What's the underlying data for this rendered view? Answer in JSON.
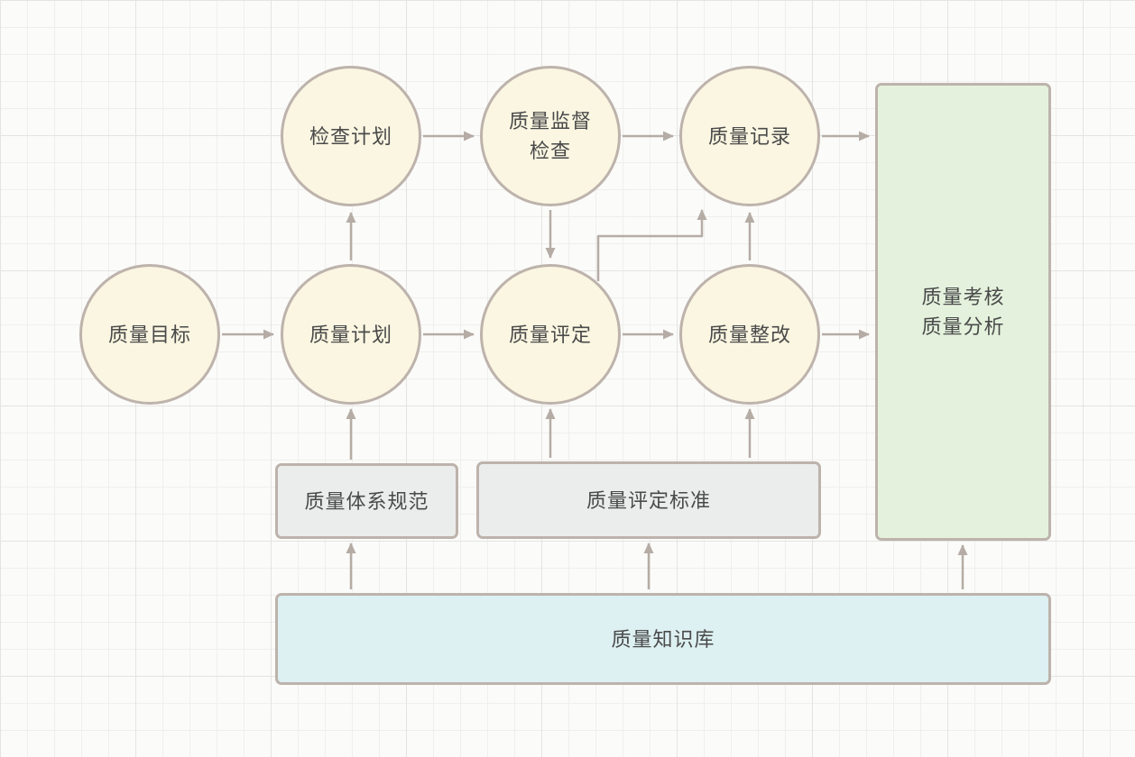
{
  "diagram": {
    "title": "quality-management-flowchart",
    "nodes": {
      "quality_goal": {
        "label": "质量目标"
      },
      "quality_plan": {
        "label": "质量计划"
      },
      "quality_assessment": {
        "label": "质量评定"
      },
      "quality_rectification": {
        "label": "质量整改"
      },
      "inspection_plan": {
        "label": "检查计划"
      },
      "quality_supervision": {
        "label": "质量监督\n检查"
      },
      "quality_record": {
        "label": "质量记录"
      },
      "quality_review_analysis": {
        "label": "质量考核\n质量分析"
      },
      "quality_system_norms": {
        "label": "质量体系规范"
      },
      "quality_eval_standard": {
        "label": "质量评定标准"
      },
      "quality_knowledge_base": {
        "label": "质量知识库"
      }
    },
    "edges": [
      {
        "from": "quality_goal",
        "to": "quality_plan"
      },
      {
        "from": "quality_plan",
        "to": "quality_assessment"
      },
      {
        "from": "quality_assessment",
        "to": "quality_rectification"
      },
      {
        "from": "quality_rectification",
        "to": "quality_review_analysis"
      },
      {
        "from": "inspection_plan",
        "to": "quality_supervision"
      },
      {
        "from": "quality_supervision",
        "to": "quality_record"
      },
      {
        "from": "quality_record",
        "to": "quality_review_analysis"
      },
      {
        "from": "quality_plan",
        "to": "inspection_plan"
      },
      {
        "from": "quality_supervision",
        "to": "quality_assessment"
      },
      {
        "from": "quality_rectification",
        "to": "quality_record"
      },
      {
        "from": "quality_assessment",
        "to": "quality_record"
      },
      {
        "from": "quality_system_norms",
        "to": "quality_plan"
      },
      {
        "from": "quality_eval_standard",
        "to": "quality_assessment"
      },
      {
        "from": "quality_eval_standard",
        "to": "quality_rectification"
      },
      {
        "from": "quality_knowledge_base",
        "to": "quality_system_norms"
      },
      {
        "from": "quality_knowledge_base",
        "to": "quality_eval_standard"
      },
      {
        "from": "quality_knowledge_base",
        "to": "quality_review_analysis"
      }
    ],
    "colors": {
      "circle_fill": "#faf6e1",
      "green_fill": "#e4f2dd",
      "gray_fill": "#ebecec",
      "blue_fill": "#ddf0f2",
      "node_border": "#bdb3ac",
      "arrow": "#b5aca5",
      "text": "#4a4a4a"
    }
  }
}
